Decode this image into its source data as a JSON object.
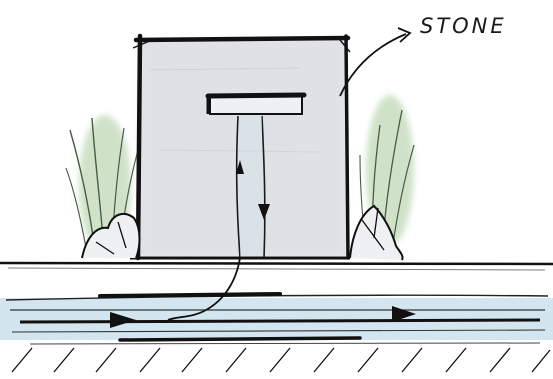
{
  "sketch": {
    "label": "STONE"
  },
  "colors": {
    "ink": "#1a1a1a",
    "stone_fill": "#e6e8ea",
    "grass": "#9cc490",
    "water": "#d3e6ef",
    "paper": "#ffffff"
  },
  "icons": {
    "arrow": "curved-arrow",
    "flow": "flow-arrow"
  }
}
